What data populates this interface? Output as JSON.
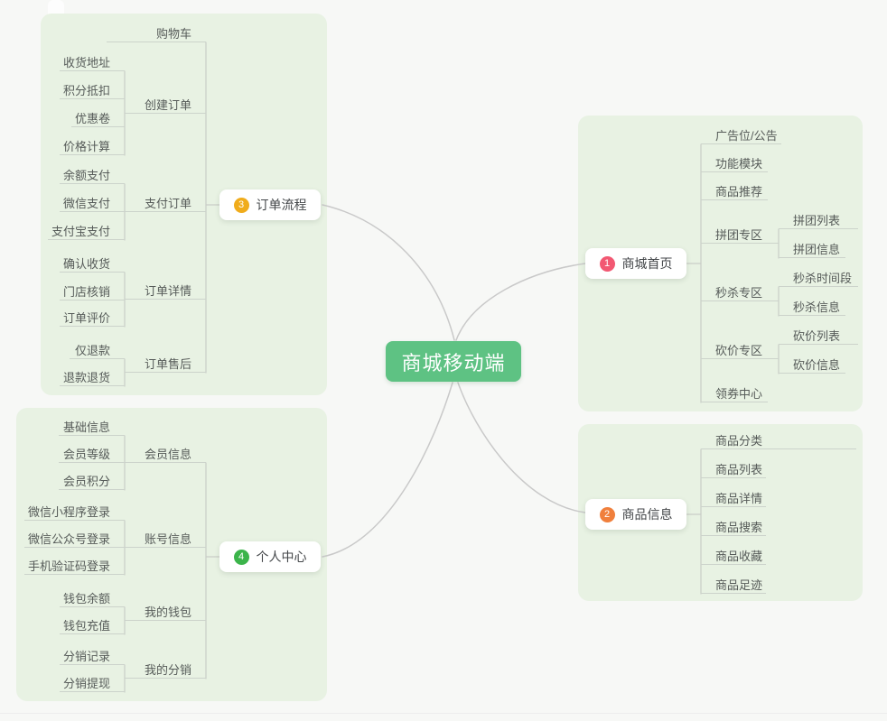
{
  "central": {
    "label": "商城移动端",
    "bg": "#5ec283"
  },
  "colors": {
    "panel_bg": "#e8f2e3",
    "line": "#c9cdc7",
    "curve": "#c9c9c9",
    "canvas_bg": "#f7f8f6"
  },
  "branches": [
    {
      "badge": "1",
      "badge_color": "#f25872",
      "label": "商城首页",
      "children": [
        {
          "label": "广告位/公告"
        },
        {
          "label": "功能模块"
        },
        {
          "label": "商品推荐"
        },
        {
          "label": "拼团专区",
          "children": [
            {
              "label": "拼团列表"
            },
            {
              "label": "拼团信息"
            }
          ]
        },
        {
          "label": "秒杀专区",
          "children": [
            {
              "label": "秒杀时间段"
            },
            {
              "label": "秒杀信息"
            }
          ]
        },
        {
          "label": "砍价专区",
          "children": [
            {
              "label": "砍价列表"
            },
            {
              "label": "砍价信息"
            }
          ]
        },
        {
          "label": "领券中心"
        }
      ]
    },
    {
      "badge": "2",
      "badge_color": "#f07f3c",
      "label": "商品信息",
      "children": [
        {
          "label": "商品分类"
        },
        {
          "label": "商品列表"
        },
        {
          "label": "商品详情"
        },
        {
          "label": "商品搜索"
        },
        {
          "label": "商品收藏"
        },
        {
          "label": "商品足迹"
        }
      ]
    },
    {
      "badge": "3",
      "badge_color": "#f0ac1b",
      "label": "订单流程",
      "children": [
        {
          "label": "购物车"
        },
        {
          "label": "创建订单",
          "children": [
            {
              "label": "收货地址"
            },
            {
              "label": "积分抵扣"
            },
            {
              "label": "优惠卷"
            },
            {
              "label": "价格计算"
            }
          ]
        },
        {
          "label": "支付订单",
          "children": [
            {
              "label": "余额支付"
            },
            {
              "label": "微信支付"
            },
            {
              "label": "支付宝支付"
            }
          ]
        },
        {
          "label": "订单详情",
          "children": [
            {
              "label": "确认收货"
            },
            {
              "label": "门店核销"
            },
            {
              "label": "订单评价"
            }
          ]
        },
        {
          "label": "订单售后",
          "children": [
            {
              "label": "仅退款"
            },
            {
              "label": "退款退货"
            }
          ]
        }
      ]
    },
    {
      "badge": "4",
      "badge_color": "#3bb44a",
      "label": "个人中心",
      "children": [
        {
          "label": "会员信息",
          "children": [
            {
              "label": "基础信息"
            },
            {
              "label": "会员等级"
            },
            {
              "label": "会员积分"
            }
          ]
        },
        {
          "label": "账号信息",
          "children": [
            {
              "label": "微信小程序登录"
            },
            {
              "label": "微信公众号登录"
            },
            {
              "label": "手机验证码登录"
            }
          ]
        },
        {
          "label": "我的钱包",
          "children": [
            {
              "label": "钱包余额"
            },
            {
              "label": "钱包充值"
            }
          ]
        },
        {
          "label": "我的分销",
          "children": [
            {
              "label": "分销记录"
            },
            {
              "label": "分销提现"
            }
          ]
        }
      ]
    }
  ]
}
